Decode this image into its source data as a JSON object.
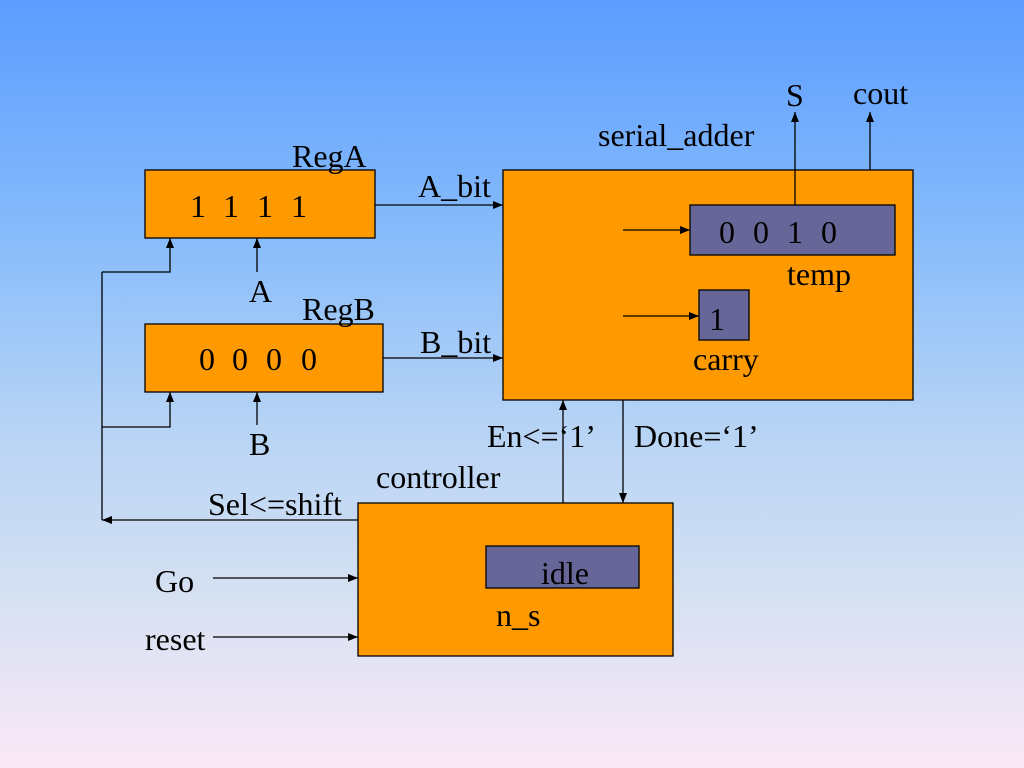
{
  "colors": {
    "block_fill": "#ff9900",
    "register_fill": "#666699",
    "active_bit": "#ff0000",
    "plain_bit": "#000000"
  },
  "reg_a": {
    "label": "RegA",
    "input_label": "A",
    "output_label": "A_bit",
    "bits": [
      {
        "value": "1",
        "color": "#ff0000"
      },
      {
        "value": "1",
        "color": "#ff0000"
      },
      {
        "value": "1",
        "color": "#ff0000"
      },
      {
        "value": "1",
        "color": "#000000"
      }
    ]
  },
  "reg_b": {
    "label": "RegB",
    "input_label": "B",
    "output_label": "B_bit",
    "bits": [
      {
        "value": "0",
        "color": "#ff0000"
      },
      {
        "value": "0",
        "color": "#ff0000"
      },
      {
        "value": "0",
        "color": "#ff0000"
      },
      {
        "value": "0",
        "color": "#000000"
      }
    ]
  },
  "serial_adder": {
    "label": "serial_adder",
    "sum_output_label": "S",
    "carry_output_label": "cout",
    "temp": {
      "label": "temp",
      "bits": [
        {
          "value": "0",
          "color": "#ff0000"
        },
        {
          "value": "0",
          "color": "#ff0000"
        },
        {
          "value": "1",
          "color": "#ff0000"
        },
        {
          "value": "0",
          "color": "#000000"
        }
      ]
    },
    "carry": {
      "label": "carry",
      "value": "1"
    }
  },
  "controller": {
    "label": "controller",
    "enable_signal": "En<=‘1’",
    "done_signal": "Done=‘1’",
    "select_signal": "Sel<=shift",
    "go_input": "Go",
    "reset_input": "reset",
    "state": {
      "label": "n_s",
      "value": "idle"
    }
  }
}
